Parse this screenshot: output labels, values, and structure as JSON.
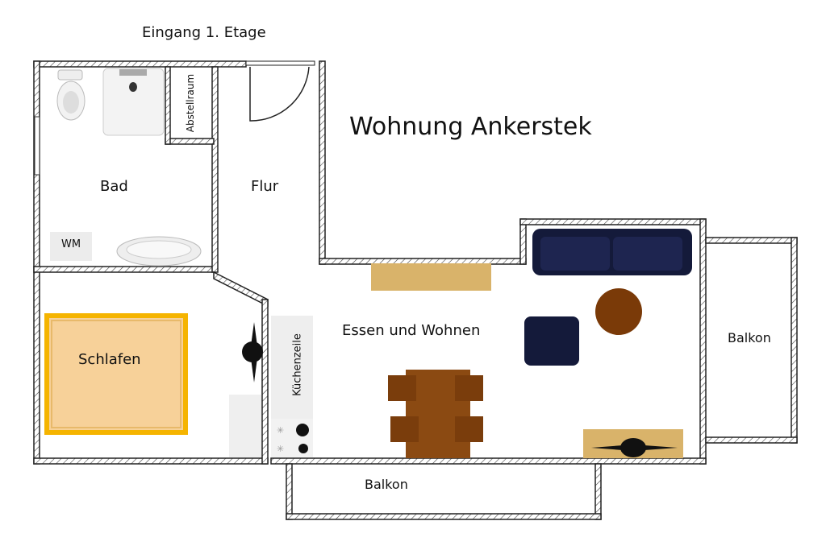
{
  "header": {
    "entrance": "Eingang 1. Etage",
    "title": "Wohnung  Ankerstek"
  },
  "rooms": {
    "bad": "Bad",
    "flur": "Flur",
    "abstellraum": "Abstellraum",
    "wm": "WM",
    "schlafen": "Schlafen",
    "kuechenzeile": "Küchenzeile",
    "essen_wohnen": "Essen und Wohnen",
    "balkon_right": "Balkon",
    "balkon_bottom": "Balkon"
  },
  "colors": {
    "wall": "#333333",
    "bed": "#f5b400",
    "bed_fill": "#f7d199",
    "table": "#8b4a12",
    "chair": "#7a3d0c",
    "sofa": "#141a3a",
    "round_table": "#7a3a08",
    "sideboard": "#d9b36a"
  }
}
